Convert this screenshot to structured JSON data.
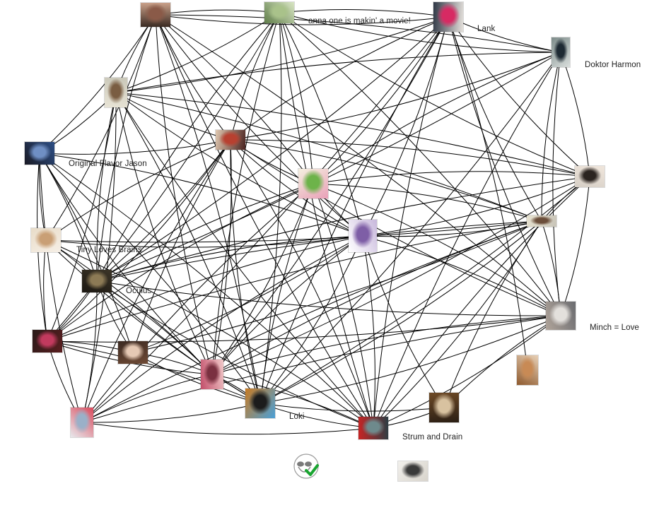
{
  "graph": {
    "nodes": [
      {
        "id": "n1",
        "label": "",
        "palette": [
          "#3a2a22",
          "#8a5a48",
          "#c9a089"
        ]
      },
      {
        "id": "n2",
        "label": "anna one is makin' a movie!",
        "palette": [
          "#5f7d49",
          "#a9c28a",
          "#d9e6c4"
        ]
      },
      {
        "id": "n3",
        "label": "Lank",
        "palette": [
          "#2f3745",
          "#d72a63",
          "#e5e1dc"
        ]
      },
      {
        "id": "n4",
        "label": "Doktor Harmon",
        "palette": [
          "#7d8c8a",
          "#1e2a33",
          "#d9dedc"
        ]
      },
      {
        "id": "n5",
        "label": "",
        "palette": [
          "#c9c7b8",
          "#7a5d42",
          "#e8e4d6"
        ]
      },
      {
        "id": "n6",
        "label": "Original Flavor Jason",
        "palette": [
          "#2d4f86",
          "#6f8fc4",
          "#1a1a24"
        ]
      },
      {
        "id": "n7",
        "label": "",
        "palette": [
          "#4a2320",
          "#b84030",
          "#e0c8b0"
        ]
      },
      {
        "id": "n8",
        "label": "",
        "palette": [
          "#e9a0b8",
          "#6db34a",
          "#f4f0e0"
        ]
      },
      {
        "id": "n9",
        "label": "",
        "palette": [
          "#d6cfc6",
          "#2b2420",
          "#f0e6dc"
        ]
      },
      {
        "id": "n10",
        "label": "",
        "palette": [
          "#ffffff",
          "#7e5ea6",
          "#c8b8dc"
        ]
      },
      {
        "id": "n11",
        "label": "",
        "palette": [
          "#e7e2d0",
          "#6b4e3a",
          "#c8c4b8"
        ]
      },
      {
        "id": "n12",
        "label": "Tiny Loves Brains",
        "palette": [
          "#e8dcc8",
          "#c99f75",
          "#f6efe6"
        ]
      },
      {
        "id": "n13",
        "label": "Oculus",
        "palette": [
          "#3c3528",
          "#8c7a55",
          "#1c1812"
        ]
      },
      {
        "id": "n14",
        "label": "Minch = Love",
        "palette": [
          "#6b6c70",
          "#e3e0dc",
          "#b0a49a"
        ]
      },
      {
        "id": "n15",
        "label": "",
        "palette": [
          "#5a1e20",
          "#c23a5e",
          "#2a1a18"
        ]
      },
      {
        "id": "n16",
        "label": "",
        "palette": [
          "#6f4a35",
          "#e6c9b4",
          "#3b2a22"
        ]
      },
      {
        "id": "n17",
        "label": "",
        "palette": [
          "#8e5a2e",
          "#c88a55",
          "#e8d0b6"
        ]
      },
      {
        "id": "n18",
        "label": "",
        "palette": [
          "#c24e6a",
          "#7a3040",
          "#f0c8c8"
        ]
      },
      {
        "id": "n19",
        "label": "Loki",
        "palette": [
          "#c87a22",
          "#1c1c1c",
          "#4aa0d8"
        ]
      },
      {
        "id": "n20",
        "label": "",
        "palette": [
          "#6e4a26",
          "#d8c2a0",
          "#2a1e14"
        ]
      },
      {
        "id": "n21",
        "label": "",
        "palette": [
          "#d94a5c",
          "#9ab0c8",
          "#e8e8ec"
        ]
      },
      {
        "id": "n22",
        "label": "Strum and Drain",
        "palette": [
          "#2c3e44",
          "#6e8a8c",
          "#c82424"
        ]
      },
      {
        "id": "n23",
        "label": "",
        "palette": [
          "#d8d4cc",
          "#3a3a3a",
          "#f2f0ec"
        ]
      }
    ],
    "edges": [
      [
        "n1",
        "n2"
      ],
      [
        "n1",
        "n3"
      ],
      [
        "n1",
        "n4"
      ],
      [
        "n1",
        "n5"
      ],
      [
        "n1",
        "n6"
      ],
      [
        "n1",
        "n7"
      ],
      [
        "n1",
        "n8"
      ],
      [
        "n1",
        "n10"
      ],
      [
        "n1",
        "n12"
      ],
      [
        "n1",
        "n13"
      ],
      [
        "n1",
        "n14"
      ],
      [
        "n1",
        "n18"
      ],
      [
        "n1",
        "n19"
      ],
      [
        "n1",
        "n22"
      ],
      [
        "n2",
        "n3"
      ],
      [
        "n2",
        "n4"
      ],
      [
        "n2",
        "n5"
      ],
      [
        "n2",
        "n7"
      ],
      [
        "n2",
        "n8"
      ],
      [
        "n2",
        "n9"
      ],
      [
        "n2",
        "n10"
      ],
      [
        "n2",
        "n13"
      ],
      [
        "n2",
        "n14"
      ],
      [
        "n2",
        "n18"
      ],
      [
        "n2",
        "n19"
      ],
      [
        "n2",
        "n22"
      ],
      [
        "n2",
        "n15"
      ],
      [
        "n3",
        "n4"
      ],
      [
        "n3",
        "n5"
      ],
      [
        "n3",
        "n7"
      ],
      [
        "n3",
        "n8"
      ],
      [
        "n3",
        "n9"
      ],
      [
        "n3",
        "n10"
      ],
      [
        "n3",
        "n11"
      ],
      [
        "n3",
        "n13"
      ],
      [
        "n3",
        "n14"
      ],
      [
        "n3",
        "n18"
      ],
      [
        "n3",
        "n19"
      ],
      [
        "n3",
        "n21"
      ],
      [
        "n3",
        "n22"
      ],
      [
        "n3",
        "n17"
      ],
      [
        "n4",
        "n5"
      ],
      [
        "n4",
        "n7"
      ],
      [
        "n4",
        "n8"
      ],
      [
        "n4",
        "n9"
      ],
      [
        "n4",
        "n11"
      ],
      [
        "n4",
        "n13"
      ],
      [
        "n4",
        "n14"
      ],
      [
        "n4",
        "n19"
      ],
      [
        "n4",
        "n22"
      ],
      [
        "n5",
        "n6"
      ],
      [
        "n5",
        "n7"
      ],
      [
        "n5",
        "n9"
      ],
      [
        "n5",
        "n10"
      ],
      [
        "n5",
        "n11"
      ],
      [
        "n5",
        "n13"
      ],
      [
        "n5",
        "n15"
      ],
      [
        "n5",
        "n18"
      ],
      [
        "n5",
        "n19"
      ],
      [
        "n5",
        "n22"
      ],
      [
        "n5",
        "n21"
      ],
      [
        "n6",
        "n7"
      ],
      [
        "n6",
        "n10"
      ],
      [
        "n6",
        "n12"
      ],
      [
        "n6",
        "n13"
      ],
      [
        "n6",
        "n15"
      ],
      [
        "n6",
        "n16"
      ],
      [
        "n6",
        "n18"
      ],
      [
        "n6",
        "n19"
      ],
      [
        "n6",
        "n21"
      ],
      [
        "n6",
        "n22"
      ],
      [
        "n7",
        "n8"
      ],
      [
        "n7",
        "n9"
      ],
      [
        "n7",
        "n10"
      ],
      [
        "n7",
        "n11"
      ],
      [
        "n7",
        "n12"
      ],
      [
        "n7",
        "n13"
      ],
      [
        "n7",
        "n14"
      ],
      [
        "n7",
        "n15"
      ],
      [
        "n7",
        "n16"
      ],
      [
        "n7",
        "n18"
      ],
      [
        "n7",
        "n19"
      ],
      [
        "n7",
        "n22"
      ],
      [
        "n7",
        "n21"
      ],
      [
        "n8",
        "n9"
      ],
      [
        "n8",
        "n10"
      ],
      [
        "n8",
        "n11"
      ],
      [
        "n8",
        "n13"
      ],
      [
        "n8",
        "n14"
      ],
      [
        "n8",
        "n15"
      ],
      [
        "n8",
        "n18"
      ],
      [
        "n8",
        "n19"
      ],
      [
        "n8",
        "n22"
      ],
      [
        "n8",
        "n21"
      ],
      [
        "n9",
        "n10"
      ],
      [
        "n9",
        "n11"
      ],
      [
        "n9",
        "n14"
      ],
      [
        "n9",
        "n13"
      ],
      [
        "n9",
        "n19"
      ],
      [
        "n9",
        "n22"
      ],
      [
        "n9",
        "n18"
      ],
      [
        "n10",
        "n11"
      ],
      [
        "n10",
        "n12"
      ],
      [
        "n10",
        "n13"
      ],
      [
        "n10",
        "n14"
      ],
      [
        "n10",
        "n15"
      ],
      [
        "n10",
        "n16"
      ],
      [
        "n10",
        "n18"
      ],
      [
        "n10",
        "n19"
      ],
      [
        "n10",
        "n20"
      ],
      [
        "n10",
        "n22"
      ],
      [
        "n10",
        "n21"
      ],
      [
        "n11",
        "n12"
      ],
      [
        "n11",
        "n13"
      ],
      [
        "n11",
        "n14"
      ],
      [
        "n11",
        "n15"
      ],
      [
        "n11",
        "n16"
      ],
      [
        "n11",
        "n18"
      ],
      [
        "n11",
        "n19"
      ],
      [
        "n11",
        "n21"
      ],
      [
        "n11",
        "n22"
      ],
      [
        "n11",
        "n20"
      ],
      [
        "n12",
        "n13"
      ],
      [
        "n12",
        "n15"
      ],
      [
        "n12",
        "n18"
      ],
      [
        "n12",
        "n19"
      ],
      [
        "n12",
        "n22"
      ],
      [
        "n13",
        "n14"
      ],
      [
        "n13",
        "n15"
      ],
      [
        "n13",
        "n16"
      ],
      [
        "n13",
        "n18"
      ],
      [
        "n13",
        "n19"
      ],
      [
        "n13",
        "n21"
      ],
      [
        "n13",
        "n22"
      ],
      [
        "n14",
        "n15"
      ],
      [
        "n14",
        "n18"
      ],
      [
        "n14",
        "n19"
      ],
      [
        "n14",
        "n20"
      ],
      [
        "n14",
        "n22"
      ],
      [
        "n14",
        "n21"
      ],
      [
        "n15",
        "n16"
      ],
      [
        "n15",
        "n21"
      ],
      [
        "n15",
        "n19"
      ],
      [
        "n15",
        "n18"
      ],
      [
        "n16",
        "n18"
      ],
      [
        "n16",
        "n19"
      ],
      [
        "n18",
        "n19"
      ],
      [
        "n18",
        "n21"
      ],
      [
        "n18",
        "n22"
      ],
      [
        "n19",
        "n20"
      ],
      [
        "n19",
        "n21"
      ],
      [
        "n19",
        "n22"
      ],
      [
        "n20",
        "n22"
      ],
      [
        "n21",
        "n22"
      ]
    ]
  },
  "colors": {
    "edge": "#000000",
    "background": "#ffffff",
    "label": "#222222"
  },
  "status_icon": "alien-checkmark-icon"
}
